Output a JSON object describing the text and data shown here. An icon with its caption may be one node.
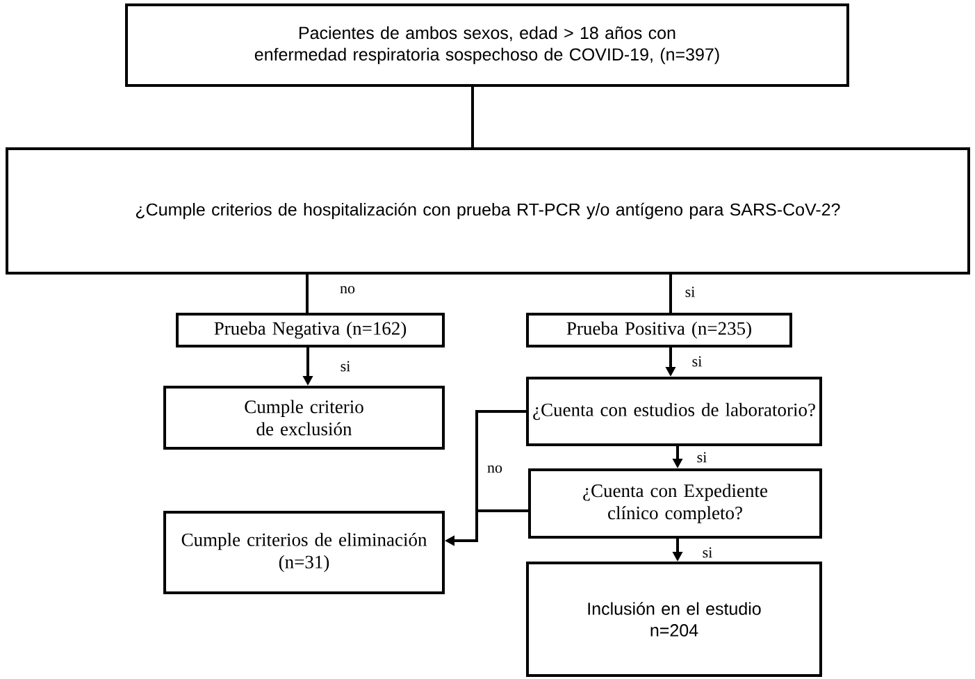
{
  "diagram": {
    "nodes": [
      {
        "text": [
          "Pacientes de ambos sexos, edad > 18 años con enfermedad respiratoria sospechoso de COVID-19, (n=397)"
        ]
      },
      {
        "text": [
          "¿Cumple criterios de hospitalización con prueba RT-PCR y/o antígeno para SARS-CoV-2?"
        ]
      },
      {
        "text": [
          "Prueba Negativa (n=162)"
        ]
      },
      {
        "text": [
          "Prueba Positiva (n=235)"
        ]
      },
      {
        "text": [
          "Cumple criterio de exclusión"
        ]
      },
      {
        "text": [
          "¿Cuenta con estudios de laboratorio?"
        ]
      },
      {
        "text": [
          "¿Cuenta con Expediente clínico completo?"
        ]
      },
      {
        "text": [
          "Cumple criterios de eliminación",
          "(n=31)"
        ]
      },
      {
        "text": [
          "Inclusión en el estudio",
          "n=204"
        ]
      }
    ],
    "edges": [
      {
        "from": 0,
        "to": 1,
        "arrow": "none"
      },
      {
        "from": 1,
        "to": 2,
        "arrow": "none",
        "label": "no"
      },
      {
        "from": 1,
        "to": 3,
        "arrow": "none",
        "label": "si"
      },
      {
        "from": 2,
        "to": 4,
        "arrow": "to",
        "label": "si"
      },
      {
        "from": 3,
        "to": 5,
        "arrow": "to",
        "label": "si"
      },
      {
        "from": 5,
        "to": 7,
        "arrow": "to",
        "label": "no"
      },
      {
        "from": 6,
        "to": 7,
        "arrow": "to"
      },
      {
        "from": 5,
        "to": 6,
        "arrow": "to",
        "label": "si"
      },
      {
        "from": 6,
        "to": 8,
        "arrow": "to",
        "label": "si"
      }
    ]
  }
}
